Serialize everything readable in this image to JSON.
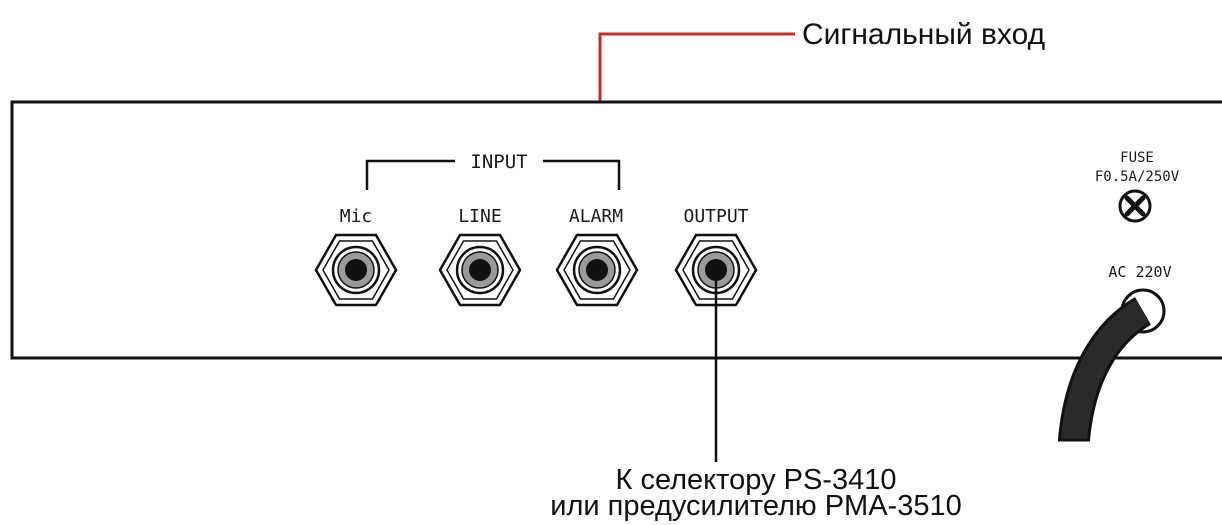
{
  "callouts": {
    "signal_input": "Сигнальный вход",
    "output_line1": "К селектору PS-3410",
    "output_line2": "или предусилителю PMA-3510"
  },
  "panel": {
    "input_group_label": "INPUT",
    "jacks": [
      {
        "label": "Mic"
      },
      {
        "label": "LINE"
      },
      {
        "label": "ALARM"
      },
      {
        "label": "OUTPUT"
      }
    ],
    "fuse": {
      "label": "FUSE",
      "rating": "F0.5A/250V"
    },
    "power": {
      "label": "AC 220V"
    }
  },
  "colors": {
    "arrow": "#c0302b",
    "line": "#111111",
    "jack_ring": "#9a9a9a",
    "jack_center": "#111111",
    "cable": "#1a1a1a"
  },
  "icons": {
    "fuse": "fuse-cross-icon",
    "jack": "hex-jack-icon",
    "cable": "power-cable-icon"
  }
}
